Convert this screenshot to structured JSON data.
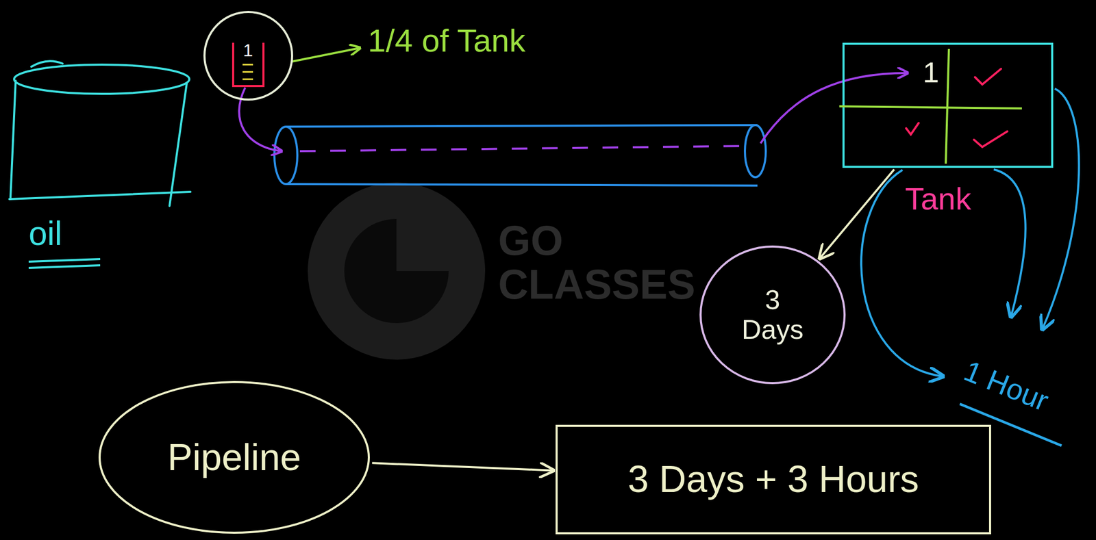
{
  "diagram": {
    "nodes": [
      {
        "text": [
          "1"
        ]
      },
      {
        "text": [
          "1"
        ]
      },
      {
        "text": [
          "3 Days"
        ]
      },
      {
        "text": [
          "Pipeline"
        ]
      },
      {
        "text": [
          "3 Days + 3 Hours"
        ]
      }
    ],
    "edges": [
      {
        "from": 1,
        "to": 2,
        "arrow": "to"
      },
      {
        "from": 3,
        "to": 4,
        "arrow": "to"
      }
    ],
    "labels": [
      "1/4 of Tank",
      "oil",
      "Tank",
      "1 Hour",
      "GO CLASSES"
    ]
  }
}
